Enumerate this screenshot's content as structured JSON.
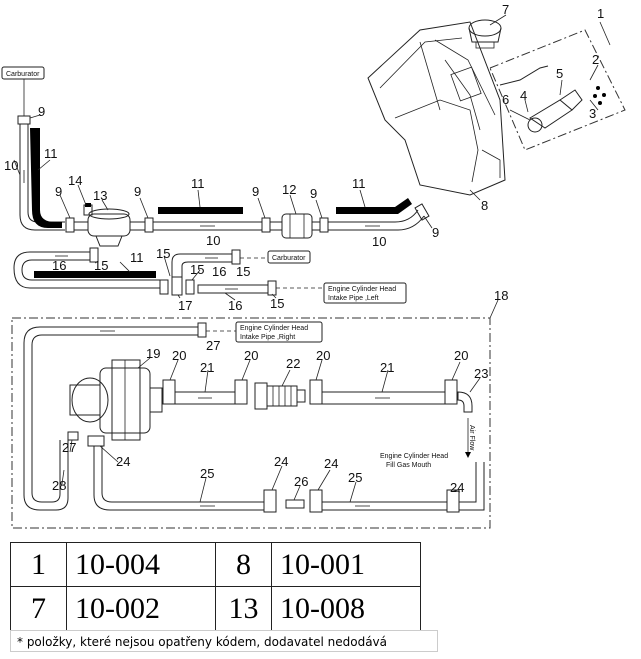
{
  "callouts": {
    "carburator_top": "Carburator",
    "carburator_mid": "Carburator",
    "cyl_head_left_1": "Engine Cylinder Head",
    "cyl_head_left_2": "Intake Pipe ,Left",
    "cyl_head_right_1": "Engine Cylinder Head",
    "cyl_head_right_2": "Intake Pipe ,Right",
    "fill_gas_1": "Engine Cylinder Head",
    "fill_gas_2": "Fill Gas Mouth",
    "air_flow": "Air Flow"
  },
  "numbers": {
    "n1": "1",
    "n2": "2",
    "n3": "3",
    "n4": "4",
    "n5": "5",
    "n6": "6",
    "n7": "7",
    "n8": "8",
    "n9": "9",
    "n10": "10",
    "n11": "11",
    "n12": "12",
    "n13": "13",
    "n14": "14",
    "n15": "15",
    "n16": "16",
    "n17": "17",
    "n18": "18",
    "n19": "19",
    "n20": "20",
    "n21": "21",
    "n22": "22",
    "n23": "23",
    "n24": "24",
    "n25": "25",
    "n26": "26",
    "n27": "27",
    "n28": "28"
  },
  "parts_table": {
    "rows": [
      {
        "left_pos": "1",
        "left_code": "10-004",
        "right_pos": "8",
        "right_code": "10-001"
      },
      {
        "left_pos": "7",
        "left_code": "10-002",
        "right_pos": "13",
        "right_code": "10-008"
      }
    ]
  },
  "footnote": "* položky, které nejsou opatřeny kódem, dodavatel nedodává"
}
